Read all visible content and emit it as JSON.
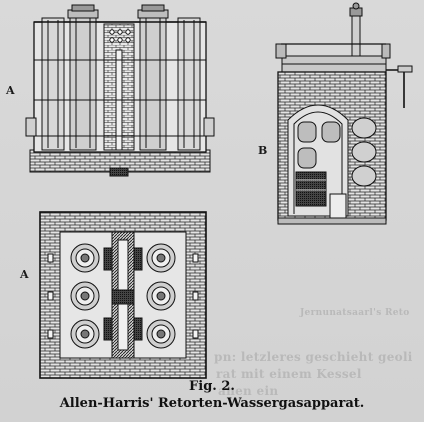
{
  "figure": {
    "number": "Fig. 2.",
    "title": "Allen-Harris' Retorten-Wassergasapparat."
  },
  "labels": {
    "a_top": "A",
    "b_right": "B",
    "a_bottom": "A"
  },
  "bleed_through": {
    "line1": "Jernunatsaarl's Reto",
    "line2": "pn: letzleres geschieht geoli",
    "line3": "rat mit einem Kessel",
    "line4": "ahen ein"
  },
  "colors": {
    "paper": "#d6d6d6",
    "ink": "#111111"
  }
}
